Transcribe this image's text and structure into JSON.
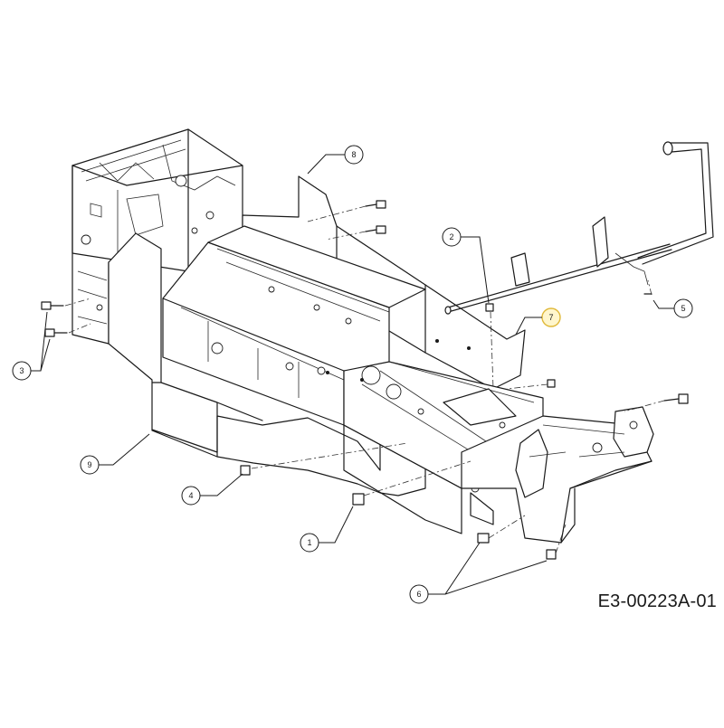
{
  "diagram_code": "E3-00223A-01",
  "callouts": [
    {
      "id": "c1",
      "label": "1"
    },
    {
      "id": "c2",
      "label": "2"
    },
    {
      "id": "c3",
      "label": "3"
    },
    {
      "id": "c4",
      "label": "4"
    },
    {
      "id": "c5",
      "label": "5"
    },
    {
      "id": "c6",
      "label": "6"
    },
    {
      "id": "c7",
      "label": "7",
      "highlighted": true
    },
    {
      "id": "c8",
      "label": "8"
    },
    {
      "id": "c9",
      "label": "9"
    }
  ],
  "colors": {
    "line": "#1a1a1a",
    "highlight": "#e0b93a",
    "highlight_fill": "#fff6cc"
  }
}
